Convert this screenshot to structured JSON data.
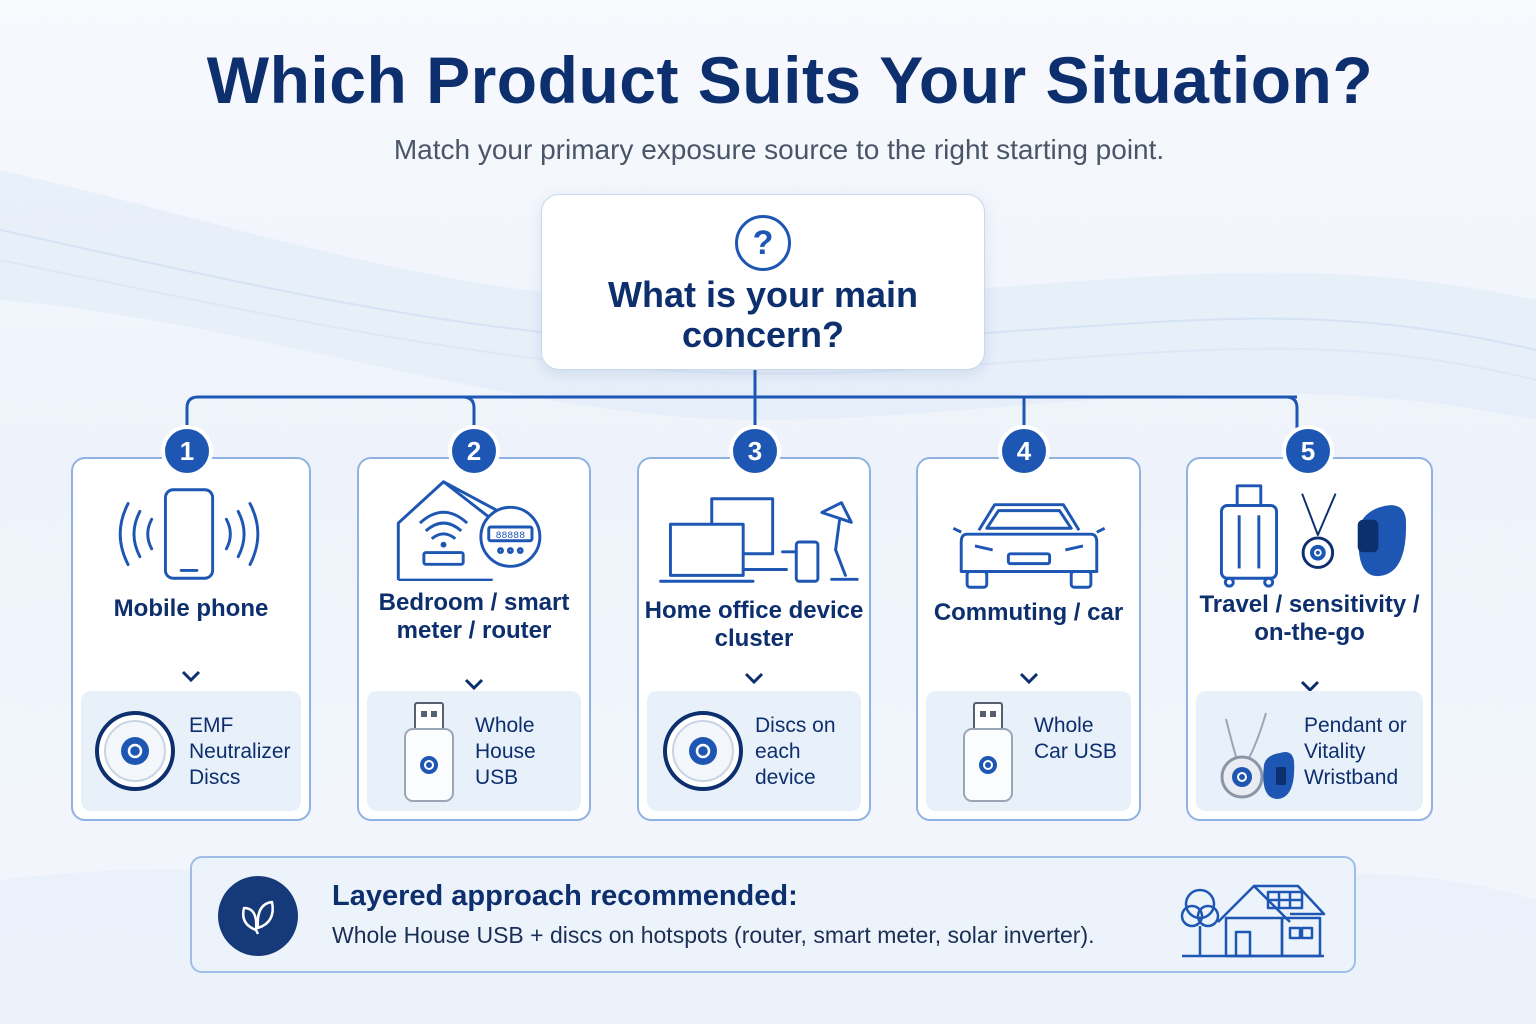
{
  "header": {
    "title": "Which Product Suits Your Situation?",
    "subtitle": "Match your primary exposure source to the right starting point."
  },
  "question": {
    "icon": "question-icon",
    "icon_glyph": "?",
    "text": "What is your main concern?"
  },
  "options": [
    {
      "number": "1",
      "icon": "mobile-phone-icon",
      "label": "Mobile phone",
      "product_icon": "disc-icon",
      "product": "EMF Neutralizer Discs"
    },
    {
      "number": "2",
      "icon": "house-router-meter-icon",
      "meter_reading": "88888",
      "label": "Bedroom / smart meter / router",
      "product_icon": "usb-icon",
      "product": "Whole House USB"
    },
    {
      "number": "3",
      "icon": "home-office-devices-icon",
      "label": "Home office device cluster",
      "product_icon": "disc-icon",
      "product": "Discs on each device"
    },
    {
      "number": "4",
      "icon": "car-icon",
      "label": "Commuting / car",
      "product_icon": "usb-icon",
      "product": "Whole Car USB"
    },
    {
      "number": "5",
      "icon": "travel-pendant-wristband-icon",
      "label": "Travel / sensitivity / on-the-go",
      "product_icon": "pendant-wristband-icon",
      "product": "Pendant or Vitality Wristband"
    }
  ],
  "footer": {
    "icon": "leaf-icon",
    "title": "Layered approach recommended:",
    "text": "Whole House USB + discs on hotspots (router, smart meter, solar inverter).",
    "image_icon": "solar-house-icon"
  },
  "colors": {
    "primary": "#0d2f6e",
    "accent": "#1e57b3",
    "card_border": "#8fb2e3",
    "panel": "#e8f0fa"
  }
}
